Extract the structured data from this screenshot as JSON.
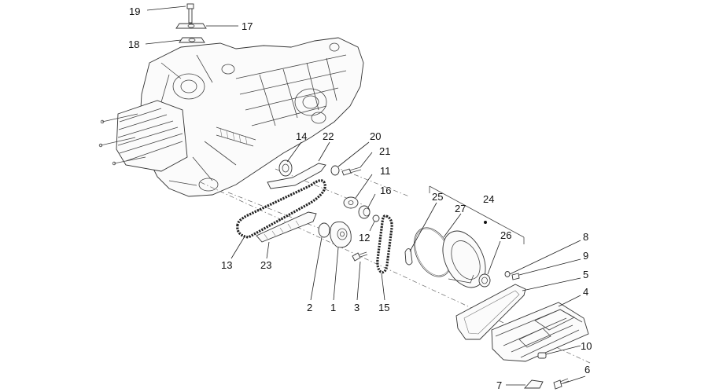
{
  "labels": [
    {
      "id": "p19",
      "text": "19"
    },
    {
      "id": "p17",
      "text": "17"
    },
    {
      "id": "p18",
      "text": "18"
    },
    {
      "id": "p14",
      "text": "14"
    },
    {
      "id": "p22",
      "text": "22"
    },
    {
      "id": "p20",
      "text": "20"
    },
    {
      "id": "p21",
      "text": "21"
    },
    {
      "id": "p11",
      "text": "11"
    },
    {
      "id": "p16",
      "text": "16"
    },
    {
      "id": "p25",
      "text": "25"
    },
    {
      "id": "p24",
      "text": "24"
    },
    {
      "id": "p27",
      "text": "27"
    },
    {
      "id": "p26",
      "text": "26"
    },
    {
      "id": "p12",
      "text": "12"
    },
    {
      "id": "p13",
      "text": "13"
    },
    {
      "id": "p23",
      "text": "23"
    },
    {
      "id": "p2",
      "text": "2"
    },
    {
      "id": "p1",
      "text": "1"
    },
    {
      "id": "p3",
      "text": "3"
    },
    {
      "id": "p15",
      "text": "15"
    },
    {
      "id": "p8",
      "text": "8"
    },
    {
      "id": "p9",
      "text": "9"
    },
    {
      "id": "p5",
      "text": "5"
    },
    {
      "id": "p4",
      "text": "4"
    },
    {
      "id": "p10",
      "text": "10"
    },
    {
      "id": "p7",
      "text": "7"
    },
    {
      "id": "p6",
      "text": "6"
    }
  ]
}
